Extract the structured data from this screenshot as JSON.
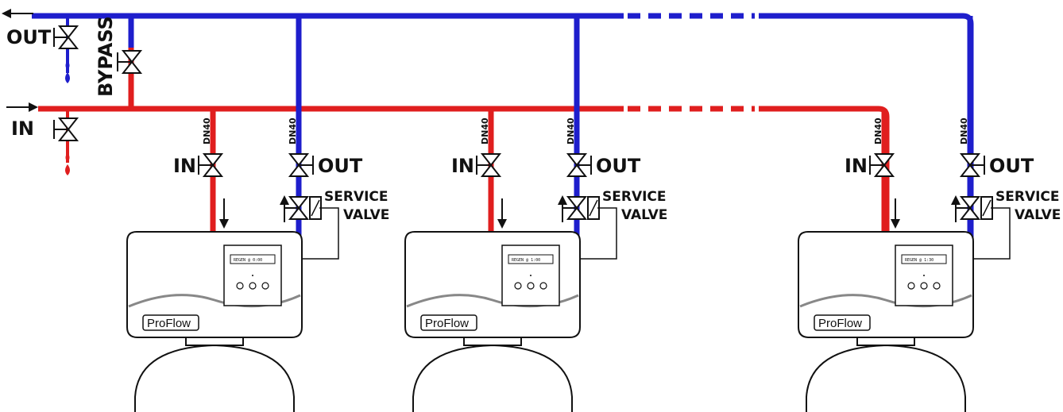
{
  "labels": {
    "out": "OUT",
    "in": "IN",
    "bypass": "BYPASS",
    "pipe_size": "DN40",
    "inlet_valve": "IN",
    "outlet_valve": "OUT",
    "service_valve_line1": "SERVICE",
    "service_valve_line2": "VALVE"
  },
  "colors": {
    "outlet_pipe": "#1e1ecc",
    "inlet_pipe": "#e01e1e",
    "outline": "#111111"
  },
  "units": [
    {
      "brand": "ProFlow",
      "display": "REGEN @ 0:00"
    },
    {
      "brand": "ProFlow",
      "display": "REGEN @ 1:00"
    },
    {
      "brand": "ProFlow",
      "display": "REGEN @ 1:30"
    }
  ]
}
